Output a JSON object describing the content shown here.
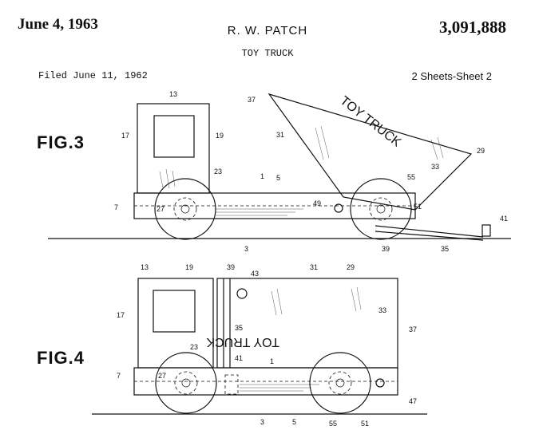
{
  "header": {
    "date": "June 4, 1963",
    "inventor": "R. W. PATCH",
    "patent_number": "3,091,888",
    "subject": "TOY TRUCK",
    "filed": "Filed June 11, 1962",
    "sheets": "2 Sheets-Sheet 2"
  },
  "figures": {
    "fig3": {
      "label": "FIG.3",
      "side_text": "TOY TRUCK",
      "refs": {
        "r13": "13",
        "r17": "17",
        "r19": "19",
        "r23": "23",
        "r37": "37",
        "r31": "31",
        "r1": "1",
        "r5": "5",
        "r7": "7",
        "r27": "27",
        "r49": "49",
        "r55": "55",
        "r51": "51",
        "r29": "29",
        "r33": "33",
        "r41": "41",
        "r3": "3",
        "r39": "39",
        "r35": "35"
      }
    },
    "fig4": {
      "label": "FIG.4",
      "side_text": "TOY TRUCK",
      "refs": {
        "r13": "13",
        "r19": "19",
        "r39": "39",
        "r43": "43",
        "r31": "31",
        "r29": "29",
        "r17": "17",
        "r35": "35",
        "r33": "33",
        "r37": "37",
        "r23": "23",
        "r41": "41",
        "r1": "1",
        "r7": "7",
        "r27": "27",
        "r3": "3",
        "r5": "5",
        "r55": "55",
        "r51": "51",
        "r47": "47"
      }
    }
  }
}
